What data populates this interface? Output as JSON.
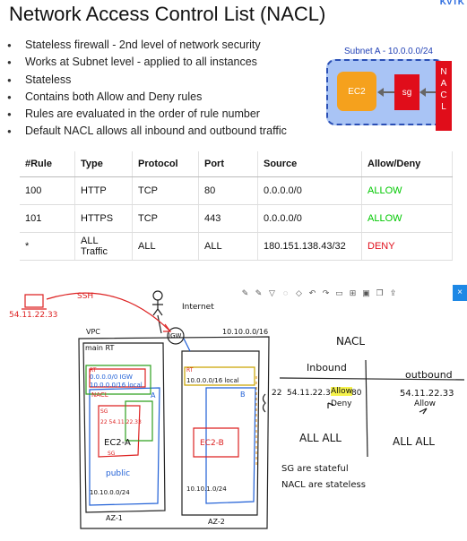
{
  "header": {
    "title": "Network Access Control List (NACL)",
    "logo": "KVTK"
  },
  "bullets": [
    "Stateless firewall - 2nd level of network security",
    "Works at Subnet level - applied to all instances",
    "Stateless",
    "Contains both Allow and Deny rules",
    "Rules are evaluated in the order of rule number",
    "Default NACL allows all inbound and outbound traffic"
  ],
  "diagram": {
    "subnet_label": "Subnet A - 10.0.0.0/24",
    "ec2": "EC2",
    "sg": "sg",
    "nacl": "NACL"
  },
  "table": {
    "headers": [
      "#Rule",
      "Type",
      "Protocol",
      "Port",
      "Source",
      "Allow/Deny"
    ],
    "rows": [
      [
        "100",
        "HTTP",
        "TCP",
        "80",
        "0.0.0.0/0",
        "ALLOW"
      ],
      [
        "101",
        "HTTPS",
        "TCP",
        "443",
        "0.0.0.0/0",
        "ALLOW"
      ],
      [
        "*",
        "ALL Traffic",
        "ALL",
        "ALL",
        "180.151.138.43/32",
        "DENY"
      ]
    ],
    "colors": {
      "allow": "#00c800",
      "deny": "#e00d1a"
    }
  },
  "toolbar": {
    "icons": [
      "pen-icon",
      "pen-icon",
      "highlighter-icon",
      "lasso-icon",
      "eraser-icon",
      "undo-icon",
      "redo-icon",
      "select-icon",
      "insert-icon",
      "save-icon",
      "copy-icon",
      "share-icon",
      "close-icon"
    ],
    "close_label": "×"
  },
  "sketch": {
    "ssh_label": "SSH",
    "client_ip": "54.11.22.33",
    "internet": "Internet",
    "igw": "IGW",
    "vpc": "VPC",
    "vpc_cidr": "10.10.0.0/16",
    "main_rt": "main RT",
    "rt_a_header": "RT",
    "rt_a_rows": [
      "0.0.0.0/0   IGW",
      "10.0.0.0/16 local"
    ],
    "nacl": "NACL",
    "sg": "SG",
    "sg_rule": "22 54.11.22.33",
    "ec2_a": "EC2-A",
    "ec2_a_sg": "SG",
    "subnet_a_type": "public",
    "subnet_a_cidr": "10.10.0.0/24",
    "subnet_a_letter": "A",
    "rt_b_header": "RT",
    "rt_b_row": "10.0.0.0/16   local",
    "subnet_b_letter": "B",
    "ec2_b": "EC2-B",
    "subnet_b_cidr": "10.10.1.0/24",
    "az1": "AZ-1",
    "az2": "AZ-2",
    "nacl_title": "NACL",
    "inbound": "Inbound",
    "outbound": "outbound",
    "in_rule_num": "22",
    "in_rule_ip": "54.11.22.33",
    "in_allow": "Allow",
    "in_deny": "Deny",
    "out_port": "80",
    "out_ip": "54.11.22.33",
    "out_allow": "Allow",
    "in_all": "ALL ALL",
    "out_all": "ALL ALL",
    "note_1": "SG are stateful",
    "note_2": "NACL are stateless"
  }
}
